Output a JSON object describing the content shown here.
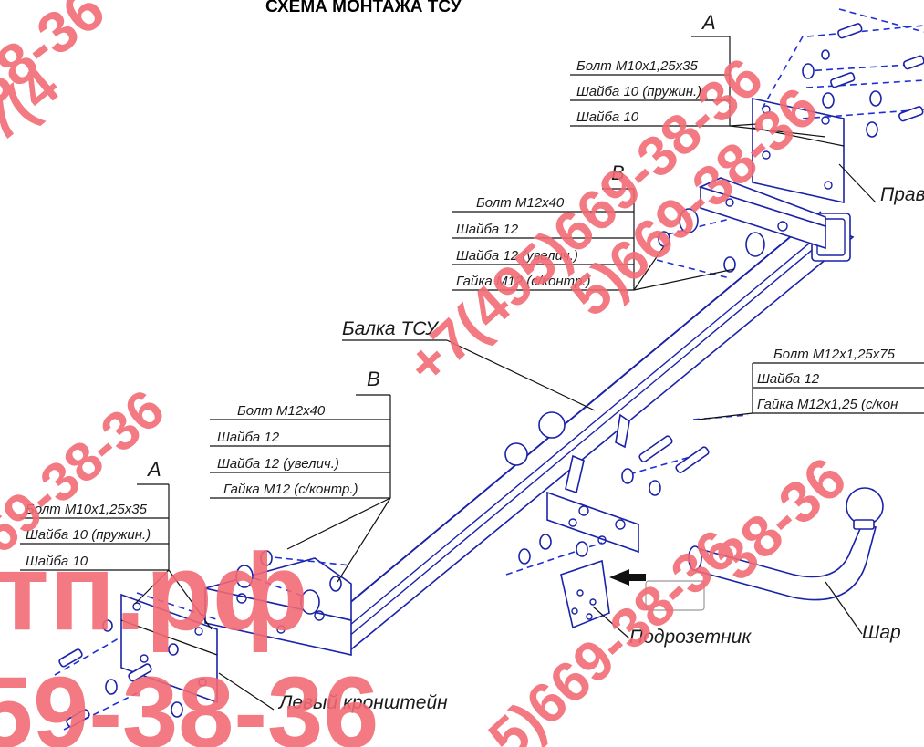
{
  "title": "СХЕМА МОНТАЖА ТСУ",
  "labels": {
    "group_a_right": {
      "letter": "A",
      "items": [
        "Болт М10х1,25х35",
        "Шайба 10 (пружин.)",
        "Шайба 10"
      ]
    },
    "group_b_top": {
      "letter": "B",
      "items": [
        "Болт М12х40",
        "Шайба 12",
        "Шайба 12 (увелич.)",
        "Гайка М12 (с/контр.)"
      ]
    },
    "group_b_bottom": {
      "letter": "B",
      "items": [
        "Болт М12х40",
        "Шайба 12",
        "Шайба 12 (увелич.)",
        "Гайка М12 (с/контр.)"
      ]
    },
    "group_a_left": {
      "letter": "A",
      "items": [
        "Болт М10х1,25х35",
        "Шайба 10 (пружин.)",
        "Шайба 10"
      ]
    },
    "group_ball_bolts": {
      "items": [
        "Болт М12х1,25х75",
        "Шайба 12",
        "Гайка М12х1,25 (с/кон"
      ]
    },
    "beam": "Балка ТСУ",
    "right_bracket": "Прав",
    "left_bracket": "Левый кронштейн",
    "socket_plate": "Подрозетник",
    "ball": "Шар"
  },
  "watermarks": [
    "38-36",
    "+7(4",
    "5)669-38-36",
    "+7(495)669-38-36",
    "69-38-36",
    "тп.рф",
    "59-38-36",
    "5)669-38-36",
    "38-36"
  ],
  "colors": {
    "watermark": "#f26a74",
    "part_stroke": "#1a22a8",
    "dash": "#1f2ed8",
    "text": "#1a1a1a"
  }
}
